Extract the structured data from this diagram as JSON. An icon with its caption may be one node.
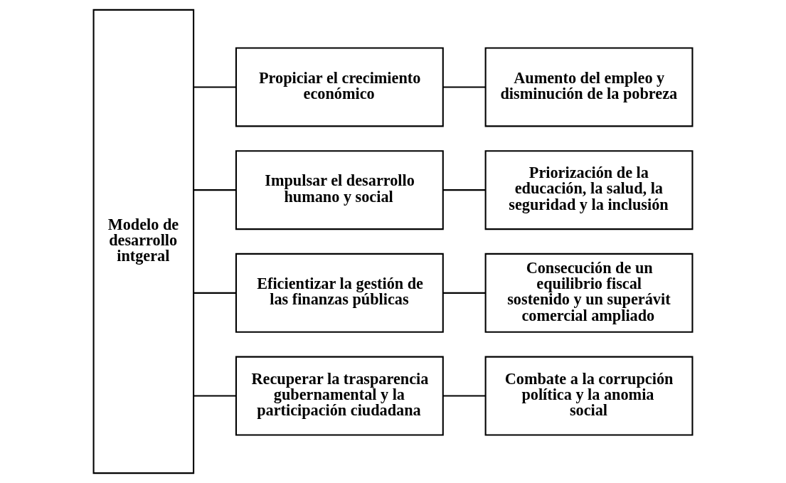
{
  "diagram": {
    "nodes": [
      {
        "text": [
          "Modelo de desarrollo intgeral"
        ]
      },
      {
        "text": [
          "Propiciar el crecimiento económico"
        ]
      },
      {
        "text": [
          "Impulsar el desarrollo humano y social"
        ]
      },
      {
        "text": [
          "Eficientizar la gestión de las finanzas públicas"
        ]
      },
      {
        "text": [
          "Recuperar la trasparencia gubernamental y la participación ciudadana"
        ]
      },
      {
        "text": [
          "Aumento del empleo y disminución de la pobreza"
        ]
      },
      {
        "text": [
          "Priorización de la educación, la salud, la seguridad y la inclusión"
        ]
      },
      {
        "text": [
          "Consecución de un equilibrio fiscal sostenido y un superávit comercial ampliado"
        ]
      },
      {
        "text": [
          "Combate a la corrupción política y la anomia social"
        ]
      }
    ],
    "edges": [
      {
        "from": 0,
        "to": 1,
        "arrow": "none"
      },
      {
        "from": 0,
        "to": 2,
        "arrow": "none"
      },
      {
        "from": 0,
        "to": 3,
        "arrow": "none"
      },
      {
        "from": 0,
        "to": 4,
        "arrow": "none"
      },
      {
        "from": 1,
        "to": 5,
        "arrow": "none"
      },
      {
        "from": 2,
        "to": 6,
        "arrow": "none"
      },
      {
        "from": 3,
        "to": 7,
        "arrow": "none"
      },
      {
        "from": 4,
        "to": 8,
        "arrow": "none"
      }
    ]
  }
}
